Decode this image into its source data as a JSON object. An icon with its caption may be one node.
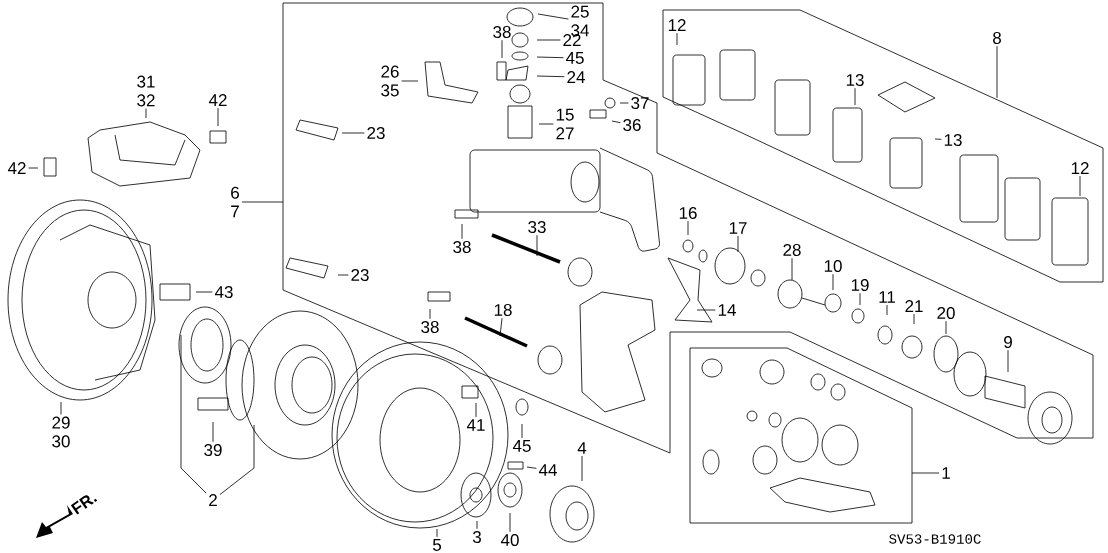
{
  "diagram": {
    "nodes": [
      {
        "text": [
          "31",
          "32"
        ]
      },
      {
        "text": [
          "42"
        ]
      },
      {
        "text": [
          "42"
        ]
      },
      {
        "text": [
          "25",
          "34"
        ]
      },
      {
        "text": [
          "22"
        ]
      },
      {
        "text": [
          "45"
        ]
      },
      {
        "text": [
          "24"
        ]
      },
      {
        "text": [
          "38"
        ]
      },
      {
        "text": [
          "26",
          "35"
        ]
      },
      {
        "text": [
          "23"
        ]
      },
      {
        "text": [
          "15",
          "27"
        ]
      },
      {
        "text": [
          "37"
        ]
      },
      {
        "text": [
          "36"
        ]
      },
      {
        "text": [
          "6",
          "7"
        ]
      },
      {
        "text": [
          "12"
        ]
      },
      {
        "text": [
          "8"
        ]
      },
      {
        "text": [
          "13"
        ]
      },
      {
        "text": [
          "13"
        ]
      },
      {
        "text": [
          "12"
        ]
      },
      {
        "text": [
          "38"
        ]
      },
      {
        "text": [
          "33"
        ]
      },
      {
        "text": [
          "16"
        ]
      },
      {
        "text": [
          "17"
        ]
      },
      {
        "text": [
          "23"
        ]
      },
      {
        "text": [
          "43"
        ]
      },
      {
        "text": [
          "14"
        ]
      },
      {
        "text": [
          "28"
        ]
      },
      {
        "text": [
          "10"
        ]
      },
      {
        "text": [
          "19"
        ]
      },
      {
        "text": [
          "11"
        ]
      },
      {
        "text": [
          "21"
        ]
      },
      {
        "text": [
          "20"
        ]
      },
      {
        "text": [
          "9"
        ]
      },
      {
        "text": [
          "38"
        ]
      },
      {
        "text": [
          "18"
        ]
      },
      {
        "text": [
          "29",
          "30"
        ]
      },
      {
        "text": [
          "39"
        ]
      },
      {
        "text": [
          "2"
        ]
      },
      {
        "text": [
          "41"
        ]
      },
      {
        "text": [
          "45"
        ]
      },
      {
        "text": [
          "44"
        ]
      },
      {
        "text": [
          "4"
        ]
      },
      {
        "text": [
          "3"
        ]
      },
      {
        "text": [
          "5"
        ]
      },
      {
        "text": [
          "40"
        ]
      },
      {
        "text": [
          "1"
        ]
      }
    ],
    "edges": [
      {
        "from": 0,
        "to": null,
        "arrow": "none"
      },
      {
        "from": 1,
        "to": null,
        "arrow": "none"
      },
      {
        "from": 2,
        "to": null,
        "arrow": "none"
      },
      {
        "from": 3,
        "to": null,
        "arrow": "none"
      },
      {
        "from": 4,
        "to": null,
        "arrow": "none"
      },
      {
        "from": 5,
        "to": null,
        "arrow": "none"
      },
      {
        "from": 6,
        "to": null,
        "arrow": "none"
      },
      {
        "from": 7,
        "to": null,
        "arrow": "none"
      },
      {
        "from": 8,
        "to": null,
        "arrow": "none"
      },
      {
        "from": 9,
        "to": null,
        "arrow": "none"
      },
      {
        "from": 10,
        "to": null,
        "arrow": "none"
      },
      {
        "from": 11,
        "to": null,
        "arrow": "none"
      },
      {
        "from": 12,
        "to": null,
        "arrow": "none"
      },
      {
        "from": 13,
        "to": null,
        "arrow": "none"
      },
      {
        "from": 14,
        "to": null,
        "arrow": "none"
      },
      {
        "from": 15,
        "to": null,
        "arrow": "none"
      },
      {
        "from": 16,
        "to": null,
        "arrow": "none"
      },
      {
        "from": 17,
        "to": null,
        "arrow": "none"
      },
      {
        "from": 18,
        "to": null,
        "arrow": "none"
      },
      {
        "from": 19,
        "to": null,
        "arrow": "none"
      },
      {
        "from": 20,
        "to": null,
        "arrow": "none"
      },
      {
        "from": 21,
        "to": null,
        "arrow": "none"
      },
      {
        "from": 22,
        "to": null,
        "arrow": "none"
      },
      {
        "from": 23,
        "to": null,
        "arrow": "none"
      },
      {
        "from": 24,
        "to": null,
        "arrow": "none"
      },
      {
        "from": 25,
        "to": null,
        "arrow": "none"
      },
      {
        "from": 26,
        "to": null,
        "arrow": "none"
      },
      {
        "from": 27,
        "to": null,
        "arrow": "none"
      },
      {
        "from": 28,
        "to": null,
        "arrow": "none"
      },
      {
        "from": 29,
        "to": null,
        "arrow": "none"
      },
      {
        "from": 30,
        "to": null,
        "arrow": "none"
      },
      {
        "from": 31,
        "to": null,
        "arrow": "none"
      },
      {
        "from": 32,
        "to": null,
        "arrow": "none"
      },
      {
        "from": 33,
        "to": null,
        "arrow": "none"
      },
      {
        "from": 34,
        "to": null,
        "arrow": "none"
      },
      {
        "from": 35,
        "to": null,
        "arrow": "none"
      },
      {
        "from": 36,
        "to": null,
        "arrow": "none"
      },
      {
        "from": 37,
        "to": null,
        "arrow": "none"
      },
      {
        "from": 37,
        "to": null,
        "arrow": "none"
      },
      {
        "from": 38,
        "to": null,
        "arrow": "none"
      },
      {
        "from": 39,
        "to": null,
        "arrow": "none"
      },
      {
        "from": 40,
        "to": null,
        "arrow": "none"
      },
      {
        "from": 41,
        "to": null,
        "arrow": "none"
      },
      {
        "from": 42,
        "to": null,
        "arrow": "none"
      },
      {
        "from": 43,
        "to": null,
        "arrow": "none"
      },
      {
        "from": 44,
        "to": null,
        "arrow": "none"
      },
      {
        "from": 45,
        "to": null,
        "arrow": "none"
      }
    ],
    "labels": [
      "FR.",
      "SV53-B1910C"
    ]
  }
}
